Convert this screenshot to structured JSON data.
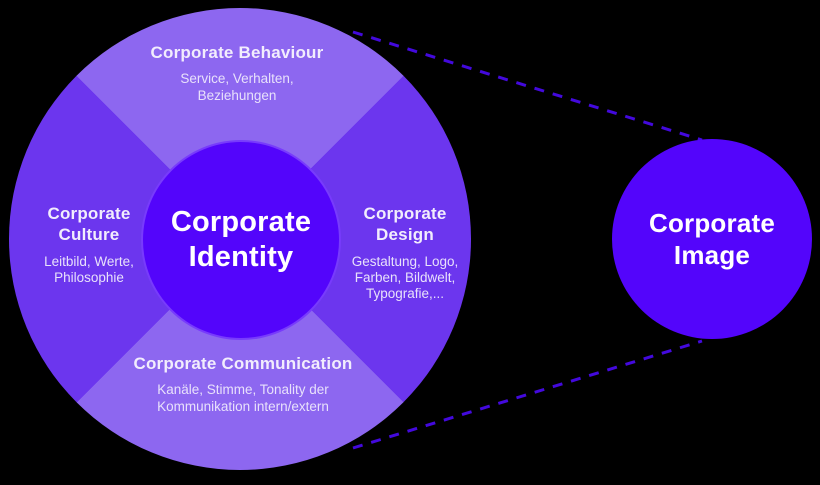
{
  "diagram": {
    "center": {
      "title": "Corporate Identity"
    },
    "segments": {
      "top": {
        "title": "Corporate Behaviour",
        "subtitle": "Service, Verhalten, Beziehungen"
      },
      "right": {
        "title": "Corporate Design",
        "subtitle": "Gestaltung, Logo, Farben, Bildwelt, Typografie,..."
      },
      "bottom": {
        "title": "Corporate Communication",
        "subtitle": "Kanäle, Stimme, Tonality der Kommunikation intern/extern"
      },
      "left": {
        "title": "Corporate Culture",
        "subtitle": "Leitbild, Werte, Philosophie"
      }
    },
    "image_circle": {
      "title": "Corporate Image"
    },
    "colors": {
      "segment_light": "#8d67f0",
      "segment_dark": "#6c36ee",
      "core": "#5305fb",
      "dash": "#4309dd",
      "background": "#000000",
      "text": "#ffffff"
    }
  }
}
